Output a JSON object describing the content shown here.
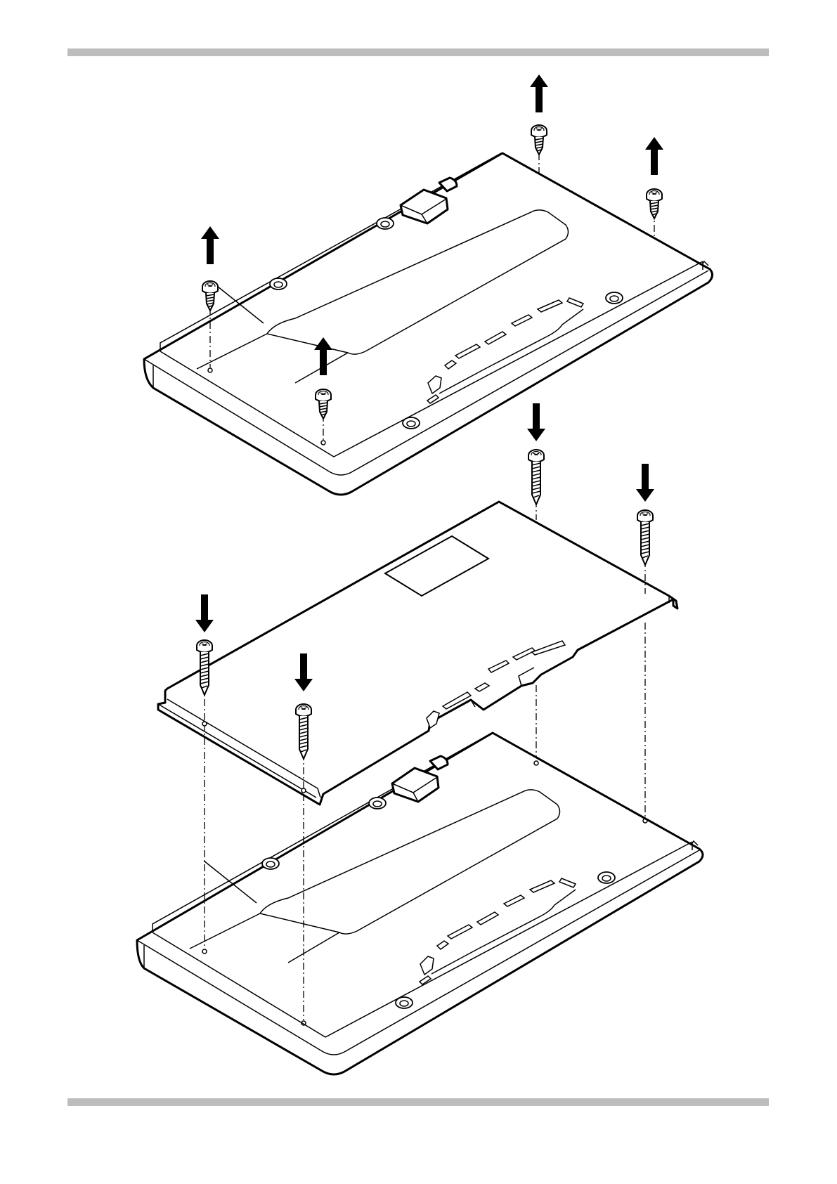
{
  "colors": {
    "rule": "#bdbdbd",
    "line": "#000000",
    "background": "#ffffff"
  },
  "figure": {
    "upper_case_screws": {
      "icon": "screw-icon",
      "count": 4
    },
    "cover_plate_screws": {
      "icon": "screw-icon",
      "count": 4
    },
    "removal_arrows": {
      "icon": "arrow-up-icon",
      "count": 4
    },
    "install_arrows": {
      "icon": "arrow-down-icon",
      "count": 4
    }
  }
}
